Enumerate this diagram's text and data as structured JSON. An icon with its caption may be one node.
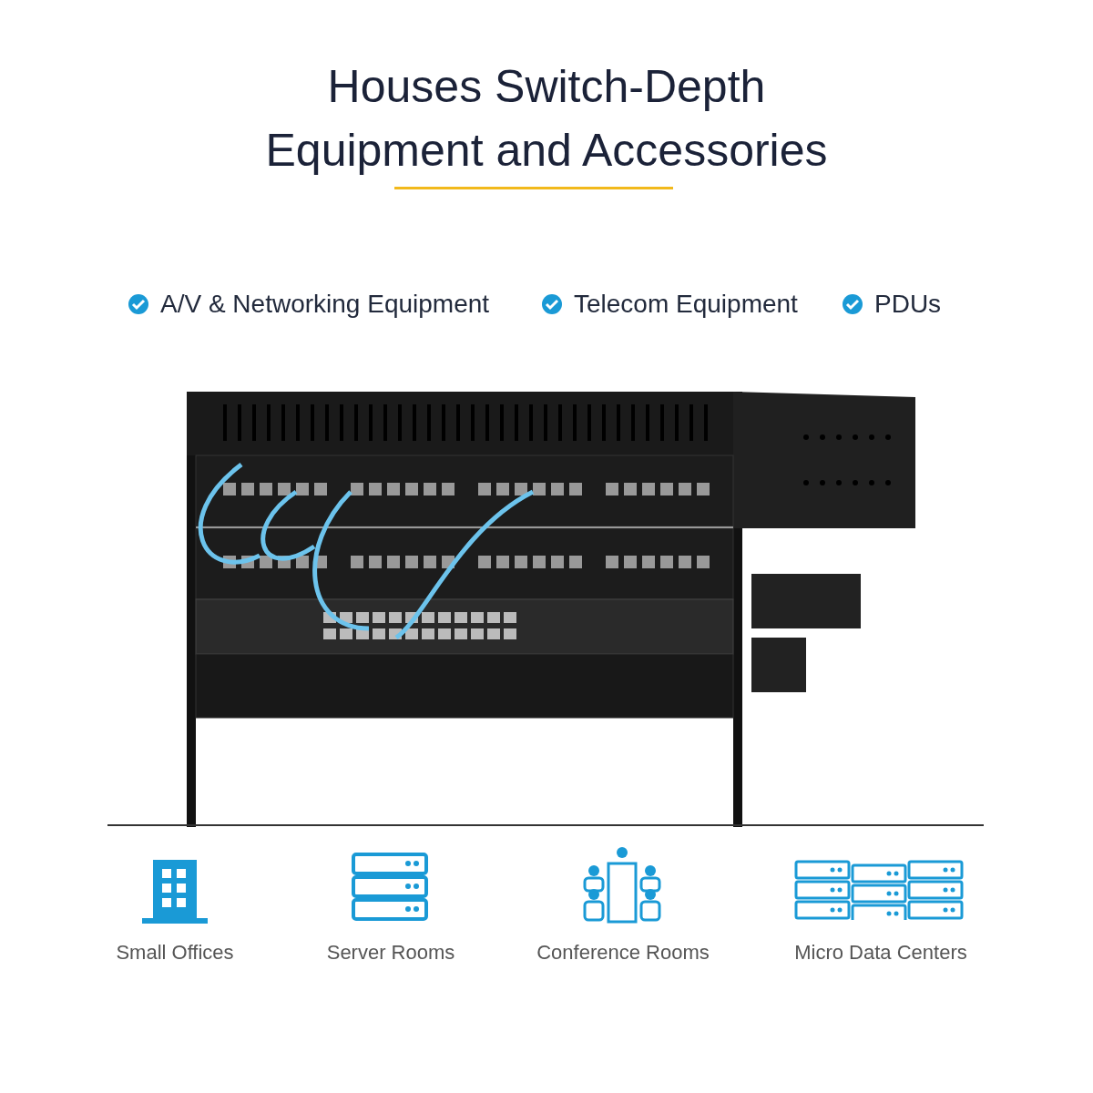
{
  "diagram": {
    "title": "Houses Switch-Depth Equipment and Accessories",
    "labels": [
      "A/V & Networking Equipment",
      "Telecom Equipment",
      "PDUs",
      "Small Offices",
      "Server Rooms",
      "Conference Rooms",
      "Micro Data Centers"
    ]
  }
}
